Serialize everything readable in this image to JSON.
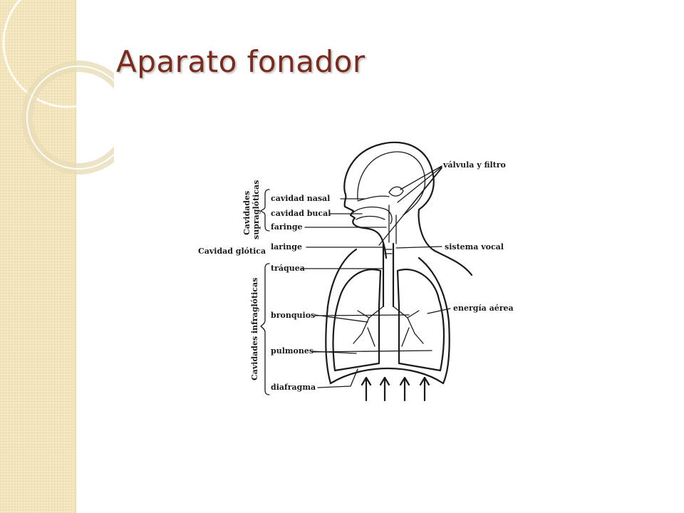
{
  "slide": {
    "title": "Aparato fonador"
  },
  "diagram": {
    "group_labels": {
      "supraglottic": [
        "Cavidades",
        "supraglóticas"
      ],
      "glottic": "Cavidad glótica",
      "infraglottic": "Cavidades infraglóticas"
    },
    "left_labels": {
      "nasal": "cavidad nasal",
      "bucal": "cavidad bucal",
      "faringe": "faringe",
      "laringe": "laringe",
      "traquea": "tráquea",
      "bronquios": "bronquios",
      "pulmones": "pulmones",
      "diafragma": "diafragma"
    },
    "right_labels": {
      "valvula": "válvula y filtro",
      "sistema": "sistema vocal",
      "energia": "energía aérea"
    }
  },
  "colors": {
    "title": "#7b2a1c",
    "band": "#f6e9c2"
  }
}
